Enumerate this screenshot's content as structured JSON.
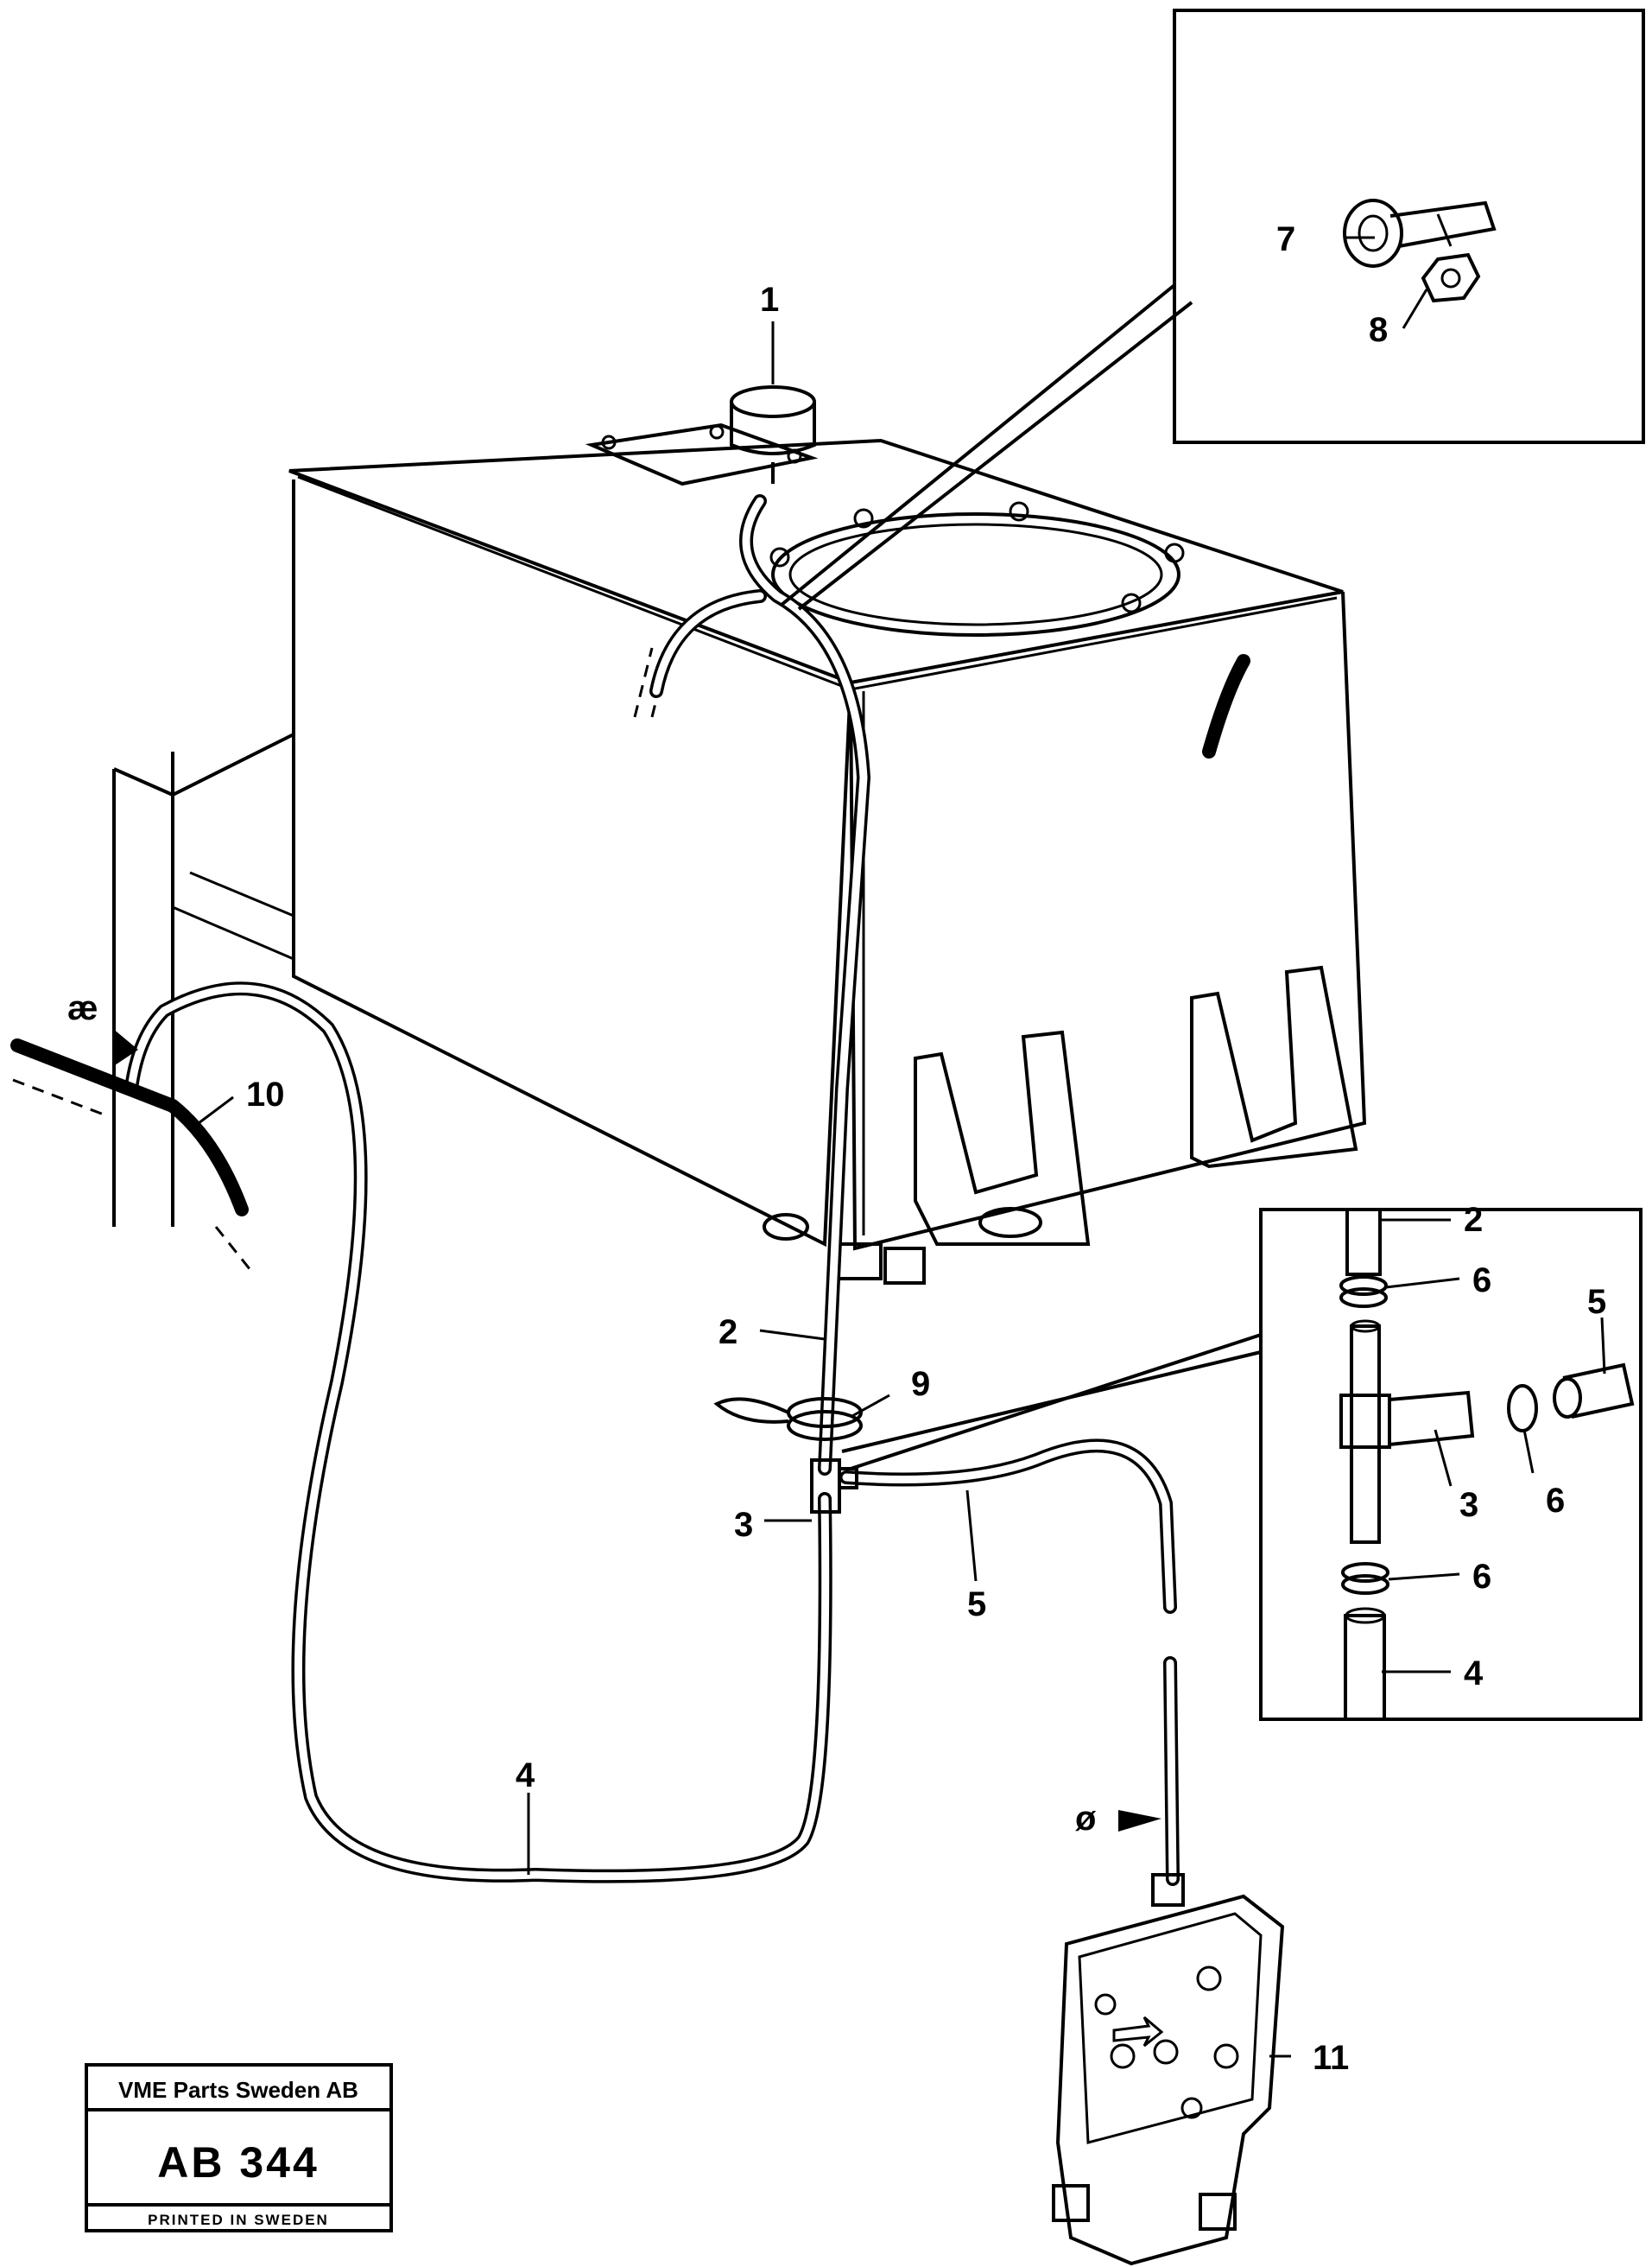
{
  "callouts": {
    "c1": "1",
    "c2": "2",
    "c3": "3",
    "c4": "4",
    "c5": "5",
    "c7": "7",
    "c8": "8",
    "c9": "9",
    "c10": "10",
    "c11": "11",
    "d2": "2",
    "d3": "3",
    "d4": "4",
    "d5": "5",
    "d6a": "6",
    "d6b": "6",
    "d6c": "6"
  },
  "markers": {
    "ae": "æ",
    "oe": "ø"
  },
  "stamp": {
    "company": "VME Parts Sweden AB",
    "code": "AB 344",
    "printed": "PRINTED IN SWEDEN"
  }
}
